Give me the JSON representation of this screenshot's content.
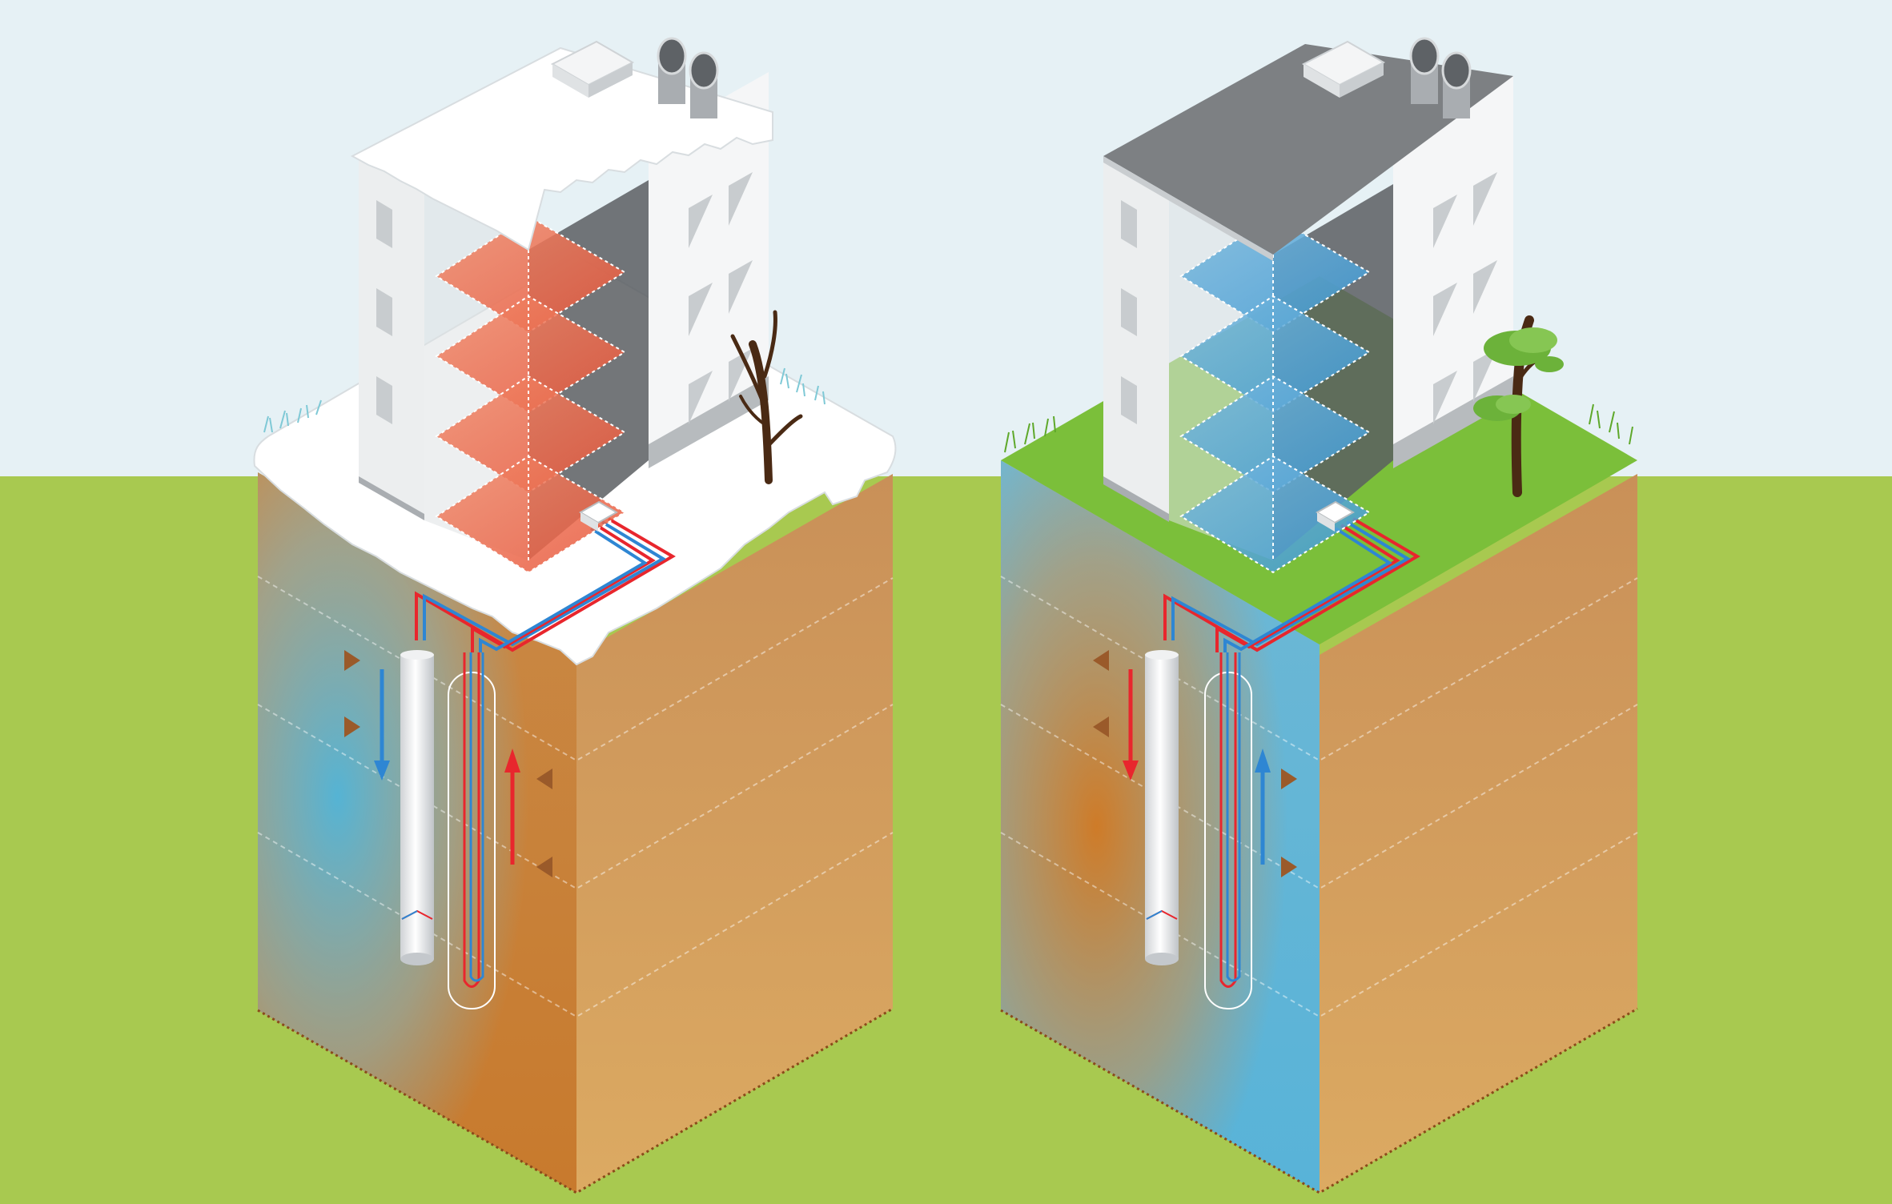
{
  "diagram": {
    "panels": [
      {
        "id": "winter",
        "season": "winter",
        "mode": "heating",
        "floor_tint": "#e8643f",
        "roof_cover": "snow",
        "tree": "bare",
        "ground_hot_zone": "outer",
        "ground_cold_zone": "around-well"
      },
      {
        "id": "summer",
        "season": "summer",
        "mode": "cooling",
        "floor_tint": "#3aa3dd",
        "roof_cover": "grey",
        "tree": "leafy",
        "ground_hot_zone": "around-well",
        "ground_cold_zone": "outer"
      }
    ],
    "colors": {
      "sky": "#e6f1f5",
      "grass": "#a8c950",
      "soil": "#d49d5a",
      "soil_dark": "#bd7a35",
      "pipe_warm": "#e8262d",
      "pipe_cold": "#2e86d3",
      "heat_arrow": "#9a5a2a",
      "building": "#f0f1f2",
      "roof_grey": "#7d8083"
    },
    "icons": [
      "rooftop-unit-icon",
      "vent-fan-icon",
      "tree-icon",
      "well-icon",
      "arrow-icon"
    ]
  }
}
